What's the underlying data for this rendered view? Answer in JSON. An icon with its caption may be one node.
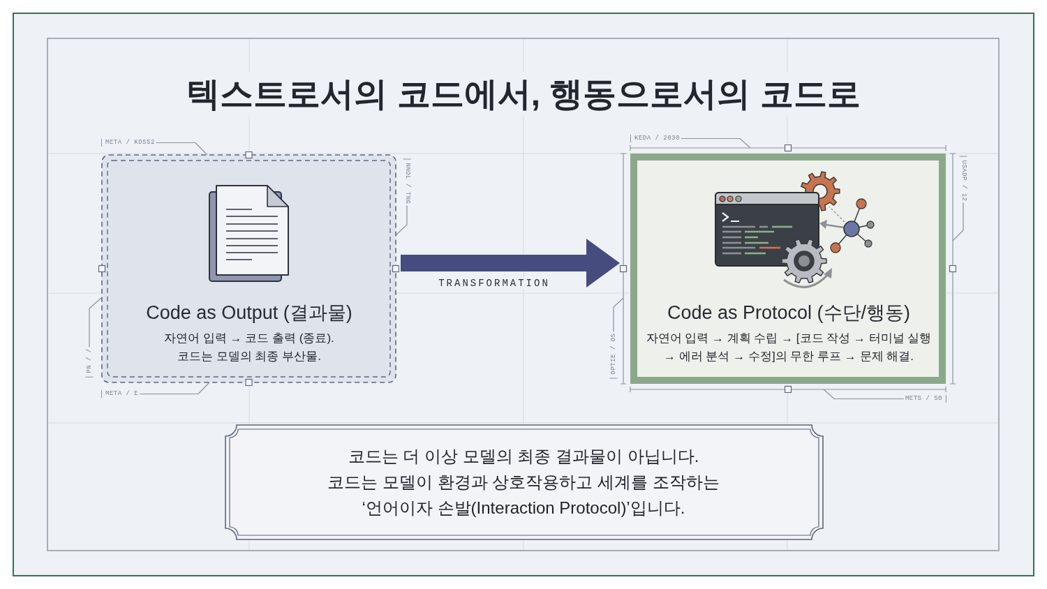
{
  "diagram": {
    "title": "텍스트로서의 코드에서, 행동으로서의 코드로",
    "nodes": [
      {
        "text": [
          "Code as Output (결과물)",
          "자연어 입력 → 코드 출력 (종료). 코드는 모델의 최종 부산물."
        ]
      },
      {
        "text": [
          "Code as Protocol (수단/행동)",
          "자연어 입력 → 계획 수립 → [코드 작성 → 터미널 실행 → 에러 분석 → 수정]의 무한 루프 → 문제 해결."
        ]
      },
      {
        "text": [
          "코드는 더 이상 모델의 최종 결과물이 아닙니다. 코드는 모델이 환경과 상호작용하고 세계를 조작하는 ‘언어이자 손발(Interaction Protocol)’입니다."
        ]
      },
      {
        "text": [
          "META / KDS52"
        ]
      },
      {
        "text": [
          "NNOL / TNG"
        ]
      },
      {
        "text": [
          "PN / /"
        ]
      },
      {
        "text": [
          "META / E"
        ]
      },
      {
        "text": [
          "KEDA / 2030"
        ]
      },
      {
        "text": [
          "USADP / 12"
        ]
      },
      {
        "text": [
          "OPTIE / OS"
        ]
      },
      {
        "text": [
          "METS / 50"
        ]
      }
    ],
    "edges": [
      {
        "from": 0,
        "to": 1,
        "arrow": "to",
        "label": "TRANSFORMATION",
        "style": "thick",
        "color": "#474c7e"
      },
      {
        "from": 3,
        "to": 0,
        "arrow": "none"
      },
      {
        "from": 4,
        "to": 0,
        "arrow": "none"
      },
      {
        "from": 5,
        "to": 0,
        "arrow": "none"
      },
      {
        "from": 6,
        "to": 0,
        "arrow": "none"
      },
      {
        "from": 7,
        "to": 1,
        "arrow": "none"
      },
      {
        "from": 8,
        "to": 1,
        "arrow": "none"
      },
      {
        "from": 9,
        "to": 1,
        "arrow": "none"
      },
      {
        "from": 10,
        "to": 1,
        "arrow": "none"
      }
    ]
  }
}
